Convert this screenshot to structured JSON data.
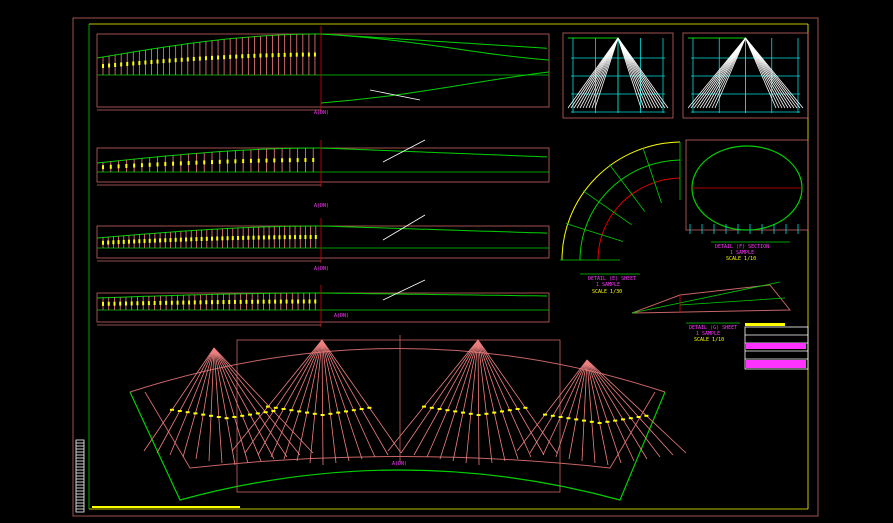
{
  "drawing": {
    "views": [
      {
        "id": "beam-1",
        "mark": "A(DN)"
      },
      {
        "id": "beam-2",
        "mark": "A(DN)"
      },
      {
        "id": "beam-3",
        "mark": "A(DN)"
      },
      {
        "id": "beam-4",
        "mark": "A(DN)"
      },
      {
        "id": "fan-plan",
        "mark": "A(DN)"
      }
    ],
    "details": [
      {
        "title": "DETAIL (F) SECTION",
        "qty": "1 SAMPLE",
        "scale": "SCALE 1/10"
      },
      {
        "title": "DETAIL (E) SHEET",
        "qty": "1 SAMPLE",
        "scale": "SCALE 1/30"
      },
      {
        "title": "DETAIL (G) SHEET",
        "qty": "1 SAMPLE",
        "scale": "SCALE 1/10"
      }
    ]
  },
  "colors": {
    "frame": "#c86464",
    "green": "#00d000",
    "yellow": "#ffff00",
    "magenta": "#ff33ff",
    "red": "#e00000",
    "cyan": "#00e0e0",
    "fan": "#f08080"
  }
}
